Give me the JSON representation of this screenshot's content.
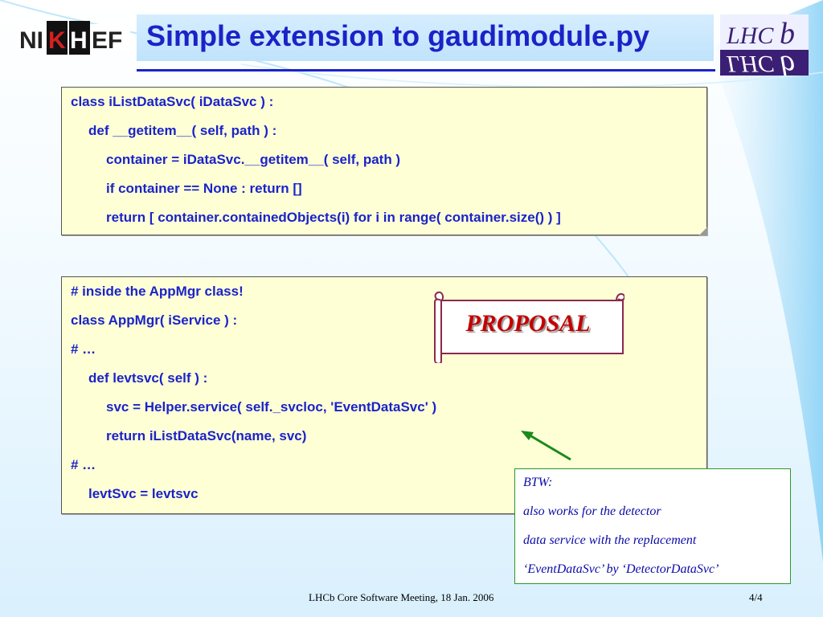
{
  "header": {
    "title": "Simple extension to gaudimodule.py",
    "logo_left": "NIKHEF",
    "logo_right": "LHCb"
  },
  "code_block_1": {
    "lines": [
      "class iListDataSvc( iDataSvc ) :",
      "def __getitem__( self, path ) :",
      "container = iDataSvc.__getitem__( self, path )",
      "if container == None : return []",
      "return [ container.containedObjects(i) for i in range( container.size() ) ]"
    ]
  },
  "code_block_2": {
    "lines": [
      "# inside the AppMgr class!",
      "class AppMgr( iService ) :",
      "# …",
      "def levtsvc( self ) :",
      "svc = Helper.service( self._svcloc, 'EventDataSvc' )",
      "return iListDataSvc(name, svc)",
      "# …",
      "levtSvc = levtsvc"
    ]
  },
  "proposal_label": "PROPOSAL",
  "btw_note": {
    "lines": [
      "BTW:",
      "also works for the detector",
      "data service with the replacement",
      "‘EventDataSvc’ by ‘DetectorDataSvc’"
    ]
  },
  "footer": {
    "meeting": "LHCb Core Software Meeting, 18 Jan. 2006",
    "page": "4/4"
  },
  "colors": {
    "title": "#1a23c8",
    "code_text": "#1a23c8",
    "code_bg": "#ffffd6",
    "proposal_text": "#c40000",
    "arrow": "#1a8a1a",
    "btw_text": "#0a0aa8"
  }
}
